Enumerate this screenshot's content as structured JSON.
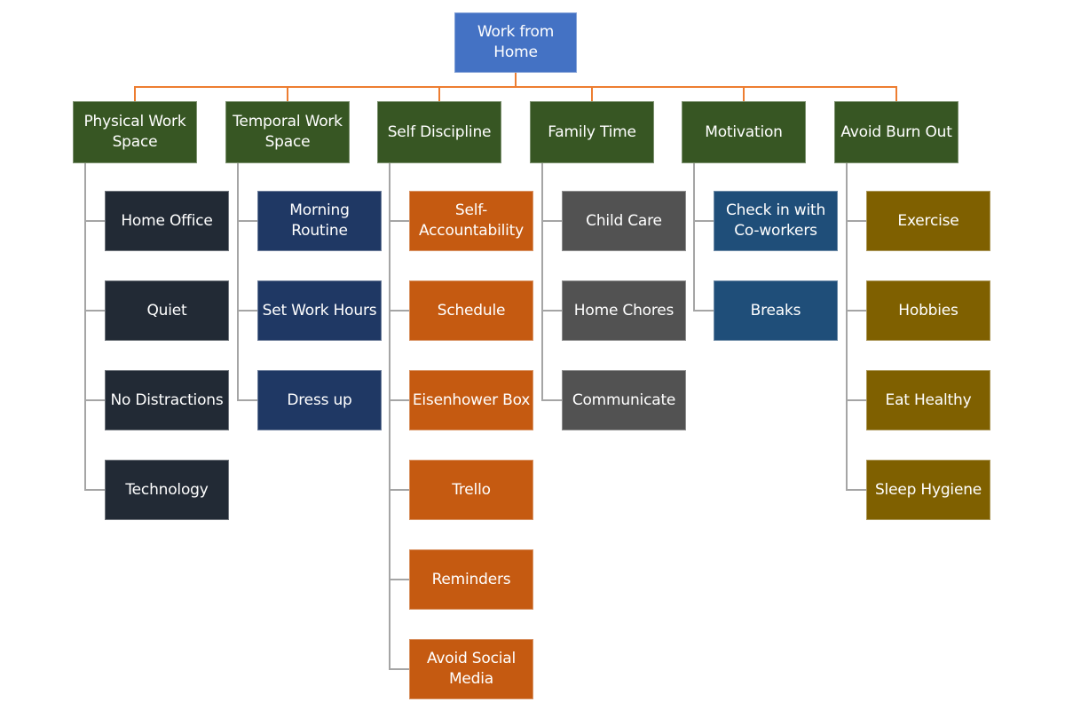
{
  "root": {
    "label": "Work from\nHome",
    "color": "#4472C4"
  },
  "connector_colors": {
    "root": "#ED7D31",
    "category": "#A5A5A5"
  },
  "category_color": "#375623",
  "categories": [
    {
      "label": "Physical Work\nSpace",
      "child_color": "#222A35",
      "children": [
        "Home Office",
        "Quiet",
        "No Distractions",
        "Technology"
      ]
    },
    {
      "label": "Temporal Work\nSpace",
      "child_color": "#1F3864",
      "children": [
        "Morning\nRoutine",
        "Set Work Hours",
        "Dress up"
      ]
    },
    {
      "label": "Self Discipline",
      "child_color": "#C55A11",
      "children": [
        "Self-\nAccountability",
        "Schedule",
        "Eisenhower Box",
        "Trello",
        "Reminders",
        "Avoid Social\nMedia"
      ]
    },
    {
      "label": "Family Time",
      "child_color": "#525252",
      "children": [
        "Child Care",
        "Home Chores",
        "Communicate"
      ]
    },
    {
      "label": "Motivation",
      "child_color": "#1F4E79",
      "children": [
        "Check in with\nCo-workers",
        "Breaks"
      ]
    },
    {
      "label": "Avoid Burn Out",
      "child_color": "#7F6000",
      "children": [
        "Exercise",
        "Hobbies",
        "Eat Healthy",
        "Sleep Hygiene"
      ]
    }
  ]
}
